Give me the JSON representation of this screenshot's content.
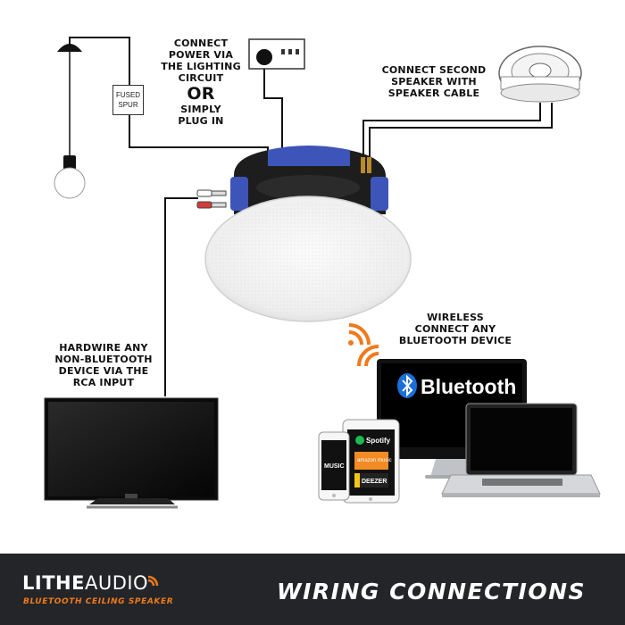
{
  "labels": {
    "power_line1": "CONNECT",
    "power_line2": "POWER VIA",
    "power_line3": "THE LIGHTING",
    "power_line4": "CIRCUIT",
    "or": "OR",
    "plug_line1": "SIMPLY",
    "plug_line2": "PLUG IN",
    "second_line1": "CONNECT SECOND",
    "second_line2": "SPEAKER WITH",
    "second_line3": "SPEAKER CABLE",
    "fused_line1": "FUSED",
    "fused_line2": "SPUR",
    "wireless_line1": "WIRELESS",
    "wireless_line2": "CONNECT ANY",
    "wireless_line3": "BLUETOOTH DEVICE",
    "hardwire_line1": "HARDWIRE ANY",
    "hardwire_line2": "NON-BLUETOOTH",
    "hardwire_line3": "DEVICE VIA THE",
    "hardwire_line4": "RCA INPUT"
  },
  "devices": {
    "bluetooth_label": "Bluetooth",
    "music_label": "MUSIC",
    "spotify_label": "Spotify",
    "amazon_label": "amazon music",
    "deezer_label": "DEEZER"
  },
  "footer": {
    "brand_part1": "LITHE",
    "brand_part2": "AUDIO",
    "tagline": "BLUETOOTH CEILING SPEAKER",
    "title": "WIRING CONNECTIONS"
  },
  "colors": {
    "accent": "#f07a1c",
    "footer_bg": "#232528",
    "speaker_blue": "#3d55b8",
    "bluetooth_blue": "#1a6fd8"
  }
}
